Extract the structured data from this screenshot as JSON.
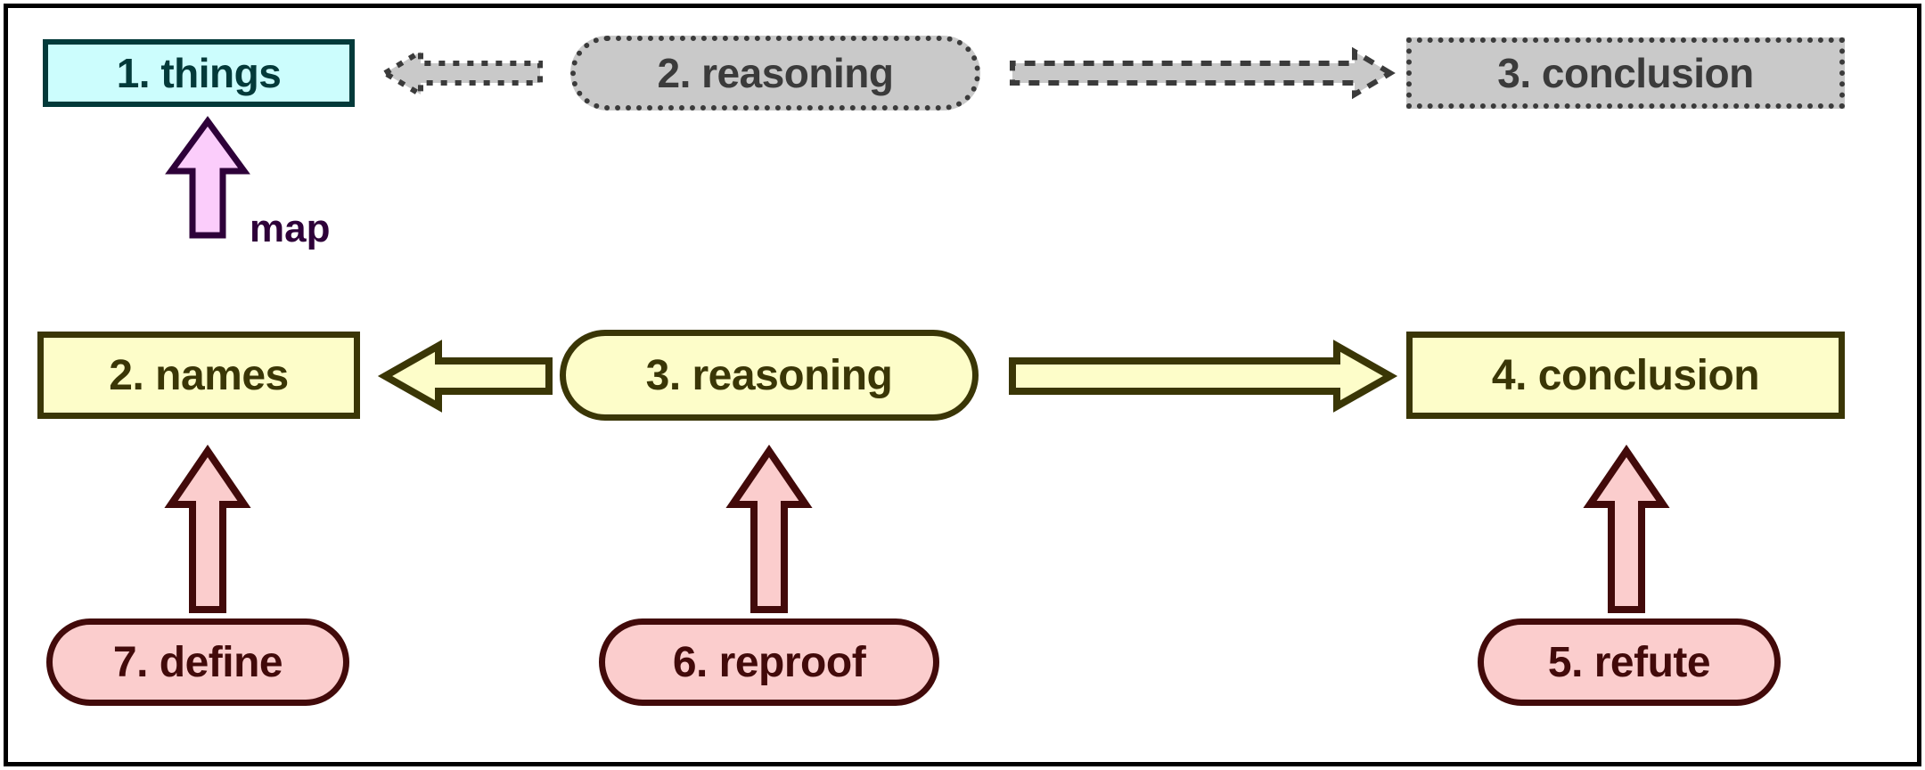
{
  "diagram": {
    "title_present": false,
    "background": "#ffffff",
    "border_color": "#000000",
    "palette": {
      "gray_fill": "#c9c9c9",
      "gray_stroke": "#3b3b3b",
      "cyan_fill": "#ccfdfd",
      "cyan_stroke": "#033a3a",
      "yellow_fill": "#fdfdc9",
      "yellow_stroke": "#3a3606",
      "pink_fill": "#fbcdcd",
      "pink_stroke": "#420a0a",
      "violet_fill": "#fbcdfb",
      "violet_stroke": "#2e0139",
      "map_label_color": "#2e0139"
    },
    "nodes": {
      "things": {
        "label": "1. things",
        "shape": "rect",
        "style": "cyan"
      },
      "reasoning_top": {
        "label": "2. reasoning",
        "shape": "stadium",
        "style": "gray"
      },
      "conclusion_top": {
        "label": "3. conclusion",
        "shape": "rect",
        "style": "gray"
      },
      "names": {
        "label": "2. names",
        "shape": "rect",
        "style": "yellow"
      },
      "reasoning_mid": {
        "label": "3. reasoning",
        "shape": "stadium",
        "style": "yellow"
      },
      "conclusion_mid": {
        "label": "4. conclusion",
        "shape": "rect",
        "style": "yellow"
      },
      "define": {
        "label": "7. define",
        "shape": "stadium",
        "style": "pink"
      },
      "reproof": {
        "label": "6. reproof",
        "shape": "stadium",
        "style": "pink"
      },
      "refute": {
        "label": "5. refute",
        "shape": "stadium",
        "style": "pink"
      }
    },
    "edges": [
      {
        "name": "reasoning-top-to-things",
        "from": "reasoning_top",
        "to": "things",
        "direction": "left",
        "style": "dotted-gray",
        "label": ""
      },
      {
        "name": "reasoning-top-to-conclusion-top",
        "from": "reasoning_top",
        "to": "conclusion_top",
        "direction": "right",
        "style": "dotted-gray",
        "label": ""
      },
      {
        "name": "names-to-things",
        "from": "names",
        "to": "things",
        "direction": "up",
        "style": "solid-violet",
        "label": "map"
      },
      {
        "name": "reasoning-mid-to-names",
        "from": "reasoning_mid",
        "to": "names",
        "direction": "left",
        "style": "solid-yellow",
        "label": ""
      },
      {
        "name": "reasoning-mid-to-conclusion-mid",
        "from": "reasoning_mid",
        "to": "conclusion_mid",
        "direction": "right",
        "style": "solid-yellow",
        "label": ""
      },
      {
        "name": "define-to-names",
        "from": "define",
        "to": "names",
        "direction": "up",
        "style": "solid-pink",
        "label": ""
      },
      {
        "name": "reproof-to-reasoning-mid",
        "from": "reproof",
        "to": "reasoning_mid",
        "direction": "up",
        "style": "solid-pink",
        "label": ""
      },
      {
        "name": "refute-to-conclusion-mid",
        "from": "refute",
        "to": "conclusion_mid",
        "direction": "up",
        "style": "solid-pink",
        "label": ""
      }
    ],
    "labels": {
      "map": "map"
    }
  }
}
